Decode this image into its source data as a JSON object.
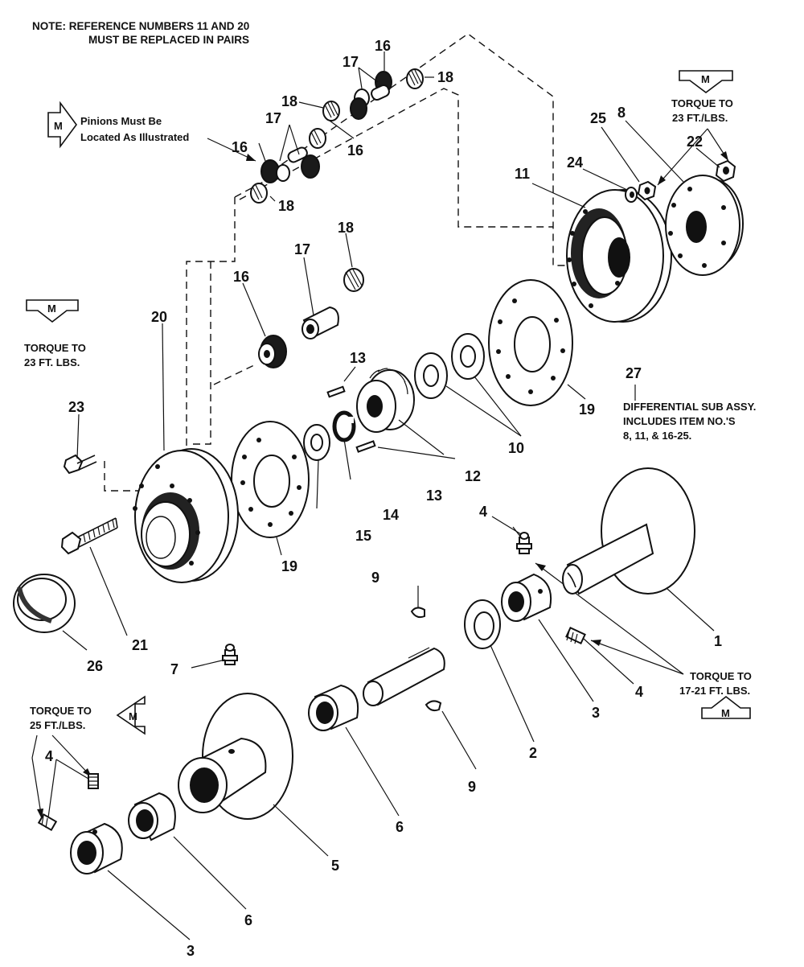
{
  "note": {
    "line1": "NOTE:  REFERENCE NUMBERS 11 AND 20",
    "line2": "MUST BE REPLACED IN PAIRS"
  },
  "marker_letter": "M",
  "pinions_note": {
    "line1": "Pinions Must Be",
    "line2": "Located As Illustrated"
  },
  "torque_right_top": {
    "line1": "TORQUE TO",
    "line2": "23 FT./LBS."
  },
  "torque_left_mid": {
    "line1": "TORQUE TO",
    "line2": "23 FT. LBS."
  },
  "torque_right_bottom": {
    "line1": "TORQUE TO",
    "line2": "17-21 FT. LBS."
  },
  "torque_left_bottom": {
    "line1": "TORQUE TO",
    "line2": "25 FT./LBS."
  },
  "diff_note": {
    "line1": "DIFFERENTIAL SUB ASSY.",
    "line2": "INCLUDES ITEM NO.'S",
    "line3": "8, 11, & 16-25."
  },
  "callouts": {
    "c1": "1",
    "c2": "2",
    "c3a": "3",
    "c3b": "3",
    "c4a": "4",
    "c4b": "4",
    "c4c": "4",
    "c5": "5",
    "c6a": "6",
    "c6b": "6",
    "c7": "7",
    "c8": "8",
    "c9a": "9",
    "c9b": "9",
    "c10": "10",
    "c11": "11",
    "c12": "12",
    "c13a": "13",
    "c13b": "13",
    "c14": "14",
    "c15": "15",
    "c16a": "16",
    "c16b": "16",
    "c16c": "16",
    "c16d": "16",
    "c17a": "17",
    "c17b": "17",
    "c17c": "17",
    "c18a": "18",
    "c18b": "18",
    "c18c": "18",
    "c18d": "18",
    "c19a": "19",
    "c19b": "19",
    "c20": "20",
    "c21": "21",
    "c22": "22",
    "c23": "23",
    "c24": "24",
    "c25": "25",
    "c26": "26",
    "c27": "27"
  }
}
